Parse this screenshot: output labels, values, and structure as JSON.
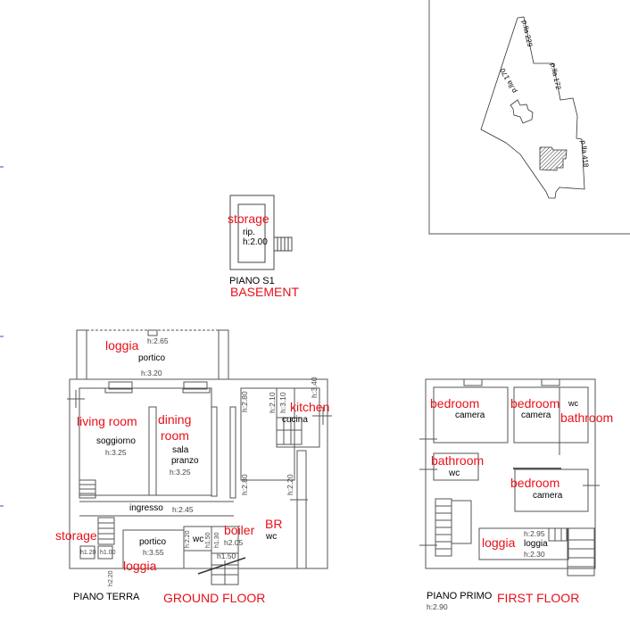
{
  "site_plan": {
    "parcels": [
      "p.lla 229",
      "p.lla 172",
      "p.lla 170",
      "p.lla 418"
    ]
  },
  "basement": {
    "title": "PIANO S1",
    "title_en": "BASEMENT",
    "rooms": [
      {
        "en": "storage",
        "it": "rip.",
        "height": "h:2.00"
      }
    ]
  },
  "ground_floor": {
    "title": "PIANO TERRA",
    "title_en": "GROUND FLOOR",
    "loggia_top": {
      "en": "loggia",
      "it": "portico",
      "h1": "h:2.65",
      "h2": "h:3.20"
    },
    "living": {
      "en": "living room",
      "it": "soggiorno",
      "height": "h:3.25"
    },
    "dining": {
      "en1": "dining",
      "en2": "room",
      "it1": "sala",
      "it2": "pranzo",
      "height": "h:3.25"
    },
    "kitchen": {
      "en": "kitchen",
      "it": "cucina",
      "h1": "h:2.10",
      "h2": "h:3.10",
      "h3": "h:3.40"
    },
    "corridor_heights": [
      "h:2.80",
      "h:2.80",
      "h:2.20"
    ],
    "entrance": {
      "it": "ingresso",
      "height": "h:2.45"
    },
    "storage": {
      "en": "storage",
      "h1": "h1.20",
      "h2": "h1.00"
    },
    "loggia_bottom": {
      "en": "loggia",
      "it": "portico",
      "height": "h:3.55"
    },
    "wc": {
      "it": "wc",
      "h1": "h:2.20",
      "h2": "h1.50"
    },
    "boiler": {
      "en": "boiler",
      "h1": "h1.30",
      "h2": "h2.05",
      "h3": "h1.50"
    },
    "br": {
      "en": "BR",
      "it": "wc"
    },
    "outside_height": "h2.20"
  },
  "first_floor": {
    "title": "PIANO PRIMO",
    "title_en": "FIRST FLOOR",
    "height": "h:2.90",
    "rooms": [
      {
        "en": "bedroom",
        "it": "camera"
      },
      {
        "en": "bedroom",
        "it": "camera"
      },
      {
        "en": "bathroom",
        "it": "wc"
      },
      {
        "en": "bathroom",
        "it": "wc"
      },
      {
        "en": "bedroom",
        "it": "camera"
      }
    ],
    "loggia": {
      "en": "loggia",
      "it": "loggia",
      "h1": "h:2.95",
      "h2": "h:2.30"
    }
  }
}
